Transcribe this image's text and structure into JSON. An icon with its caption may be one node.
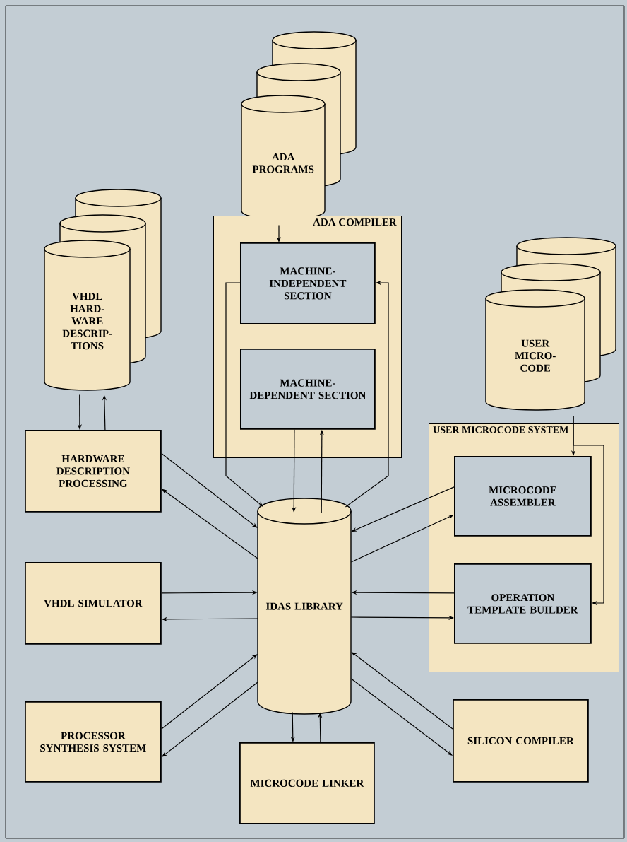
{
  "diagram": {
    "nodes": [
      {
        "text": [
          "ADA PROGRAMS"
        ]
      },
      {
        "text": [
          "ADA COMPILER"
        ]
      },
      {
        "text": [
          "MACHINE-INDEPENDENT SECTION"
        ],
        "in": 1
      },
      {
        "text": [
          "MACHINE-DEPENDENT SECTION"
        ],
        "in": 1
      },
      {
        "text": [
          "VHDL HARD-WARE DESCRIP-TIONS"
        ]
      },
      {
        "text": [
          "HARDWARE DESCRIPTION PROCESSING"
        ]
      },
      {
        "text": [
          "USER MICROCODE SYSTEM"
        ]
      },
      {
        "text": [
          "USER MICRO-CODE"
        ]
      },
      {
        "text": [
          "MICROCODE ASSEMBLER"
        ],
        "in": 6
      },
      {
        "text": [
          "OPERATION TEMPLATE BUILDER"
        ],
        "in": 6
      },
      {
        "text": [
          "IDAS LIBRARY"
        ]
      },
      {
        "text": [
          "VHDL SIMULATOR"
        ]
      },
      {
        "text": [
          "PROCESSOR SYNTHESIS SYSTEM"
        ]
      },
      {
        "text": [
          "MICROCODE LINKER"
        ]
      },
      {
        "text": [
          "SILICON COMPILER"
        ]
      }
    ],
    "edges": [
      {
        "from": 0,
        "to": 2,
        "arrow": "to"
      },
      {
        "from": 2,
        "to": 10,
        "arrow": "to"
      },
      {
        "from": 10,
        "to": 2,
        "arrow": "to"
      },
      {
        "from": 3,
        "to": 10,
        "arrow": "to"
      },
      {
        "from": 10,
        "to": 3,
        "arrow": "to"
      },
      {
        "from": 4,
        "to": 5,
        "arrow": "to"
      },
      {
        "from": 5,
        "to": 4,
        "arrow": "to"
      },
      {
        "from": 5,
        "to": 10,
        "arrow": "to"
      },
      {
        "from": 10,
        "to": 5,
        "arrow": "to"
      },
      {
        "from": 7,
        "to": 8,
        "arrow": "to"
      },
      {
        "from": 7,
        "to": 9,
        "arrow": "to"
      },
      {
        "from": 8,
        "to": 10,
        "arrow": "to"
      },
      {
        "from": 10,
        "to": 8,
        "arrow": "to"
      },
      {
        "from": 9,
        "to": 10,
        "arrow": "to"
      },
      {
        "from": 10,
        "to": 9,
        "arrow": "to"
      },
      {
        "from": 11,
        "to": 10,
        "arrow": "to"
      },
      {
        "from": 10,
        "to": 11,
        "arrow": "to"
      },
      {
        "from": 12,
        "to": 10,
        "arrow": "to"
      },
      {
        "from": 10,
        "to": 12,
        "arrow": "to"
      },
      {
        "from": 10,
        "to": 13,
        "arrow": "to"
      },
      {
        "from": 13,
        "to": 10,
        "arrow": "to"
      },
      {
        "from": 14,
        "to": 10,
        "arrow": "to"
      },
      {
        "from": 10,
        "to": 14,
        "arrow": "to"
      }
    ]
  }
}
